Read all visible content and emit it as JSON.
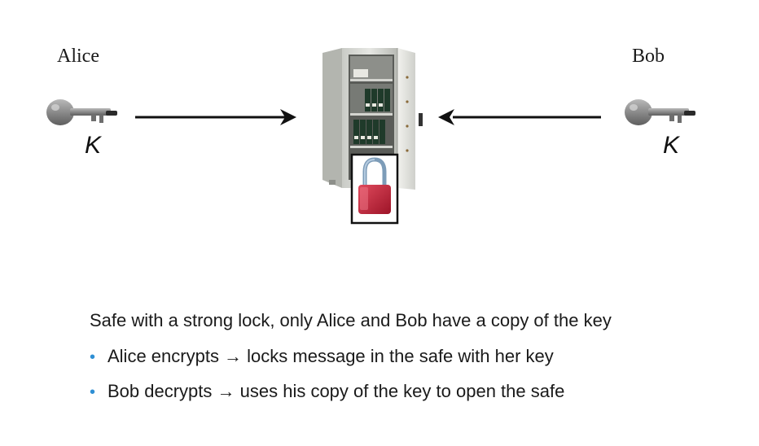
{
  "people": {
    "alice": {
      "name": "Alice",
      "key_label": "K"
    },
    "bob": {
      "name": "Bob",
      "key_label": "K"
    }
  },
  "icons": {
    "key": "key-icon",
    "safe": "safe-icon",
    "padlock": "padlock-icon",
    "arrow": "arrow-icon"
  },
  "caption": "Safe with a strong lock, only Alice and Bob have a copy of the key",
  "bullets": [
    "Alice encrypts → locks message in the safe with her key",
    "Bob decrypts → uses his copy of the key to open the safe"
  ],
  "colors": {
    "bullet": "#2e8fd4",
    "padlock": "#c8213a"
  }
}
